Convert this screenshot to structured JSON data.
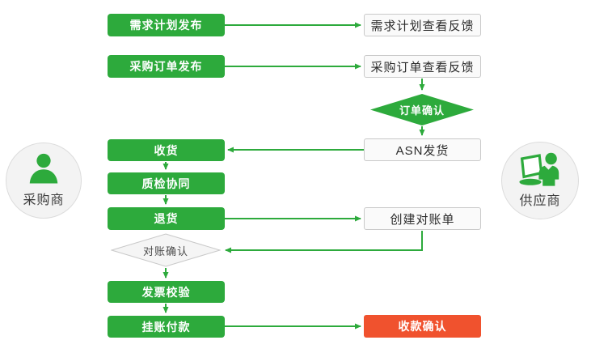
{
  "actors": {
    "buyer": {
      "label": "采购商"
    },
    "supplier": {
      "label": "供应商"
    }
  },
  "nodes": {
    "demand_plan_publish": {
      "label": "需求计划发布"
    },
    "demand_plan_feedback": {
      "label": "需求计划查看反馈"
    },
    "po_publish": {
      "label": "采购订单发布"
    },
    "po_feedback": {
      "label": "采购订单查看反馈"
    },
    "order_confirm": {
      "label": "订单确认"
    },
    "asn_ship": {
      "label": "ASN发货"
    },
    "receive_goods": {
      "label": "收货"
    },
    "quality_collab": {
      "label": "质检协同"
    },
    "return_goods": {
      "label": "退货"
    },
    "create_statement": {
      "label": "创建对账单"
    },
    "statement_confirm": {
      "label": "对账确认"
    },
    "invoice_check": {
      "label": "发票校验"
    },
    "payment_on_account": {
      "label": "挂账付款"
    },
    "receipt_confirm": {
      "label": "收款确认"
    }
  },
  "edges": [
    {
      "from": "demand_plan_publish",
      "to": "demand_plan_feedback"
    },
    {
      "from": "po_publish",
      "to": "po_feedback"
    },
    {
      "from": "po_feedback",
      "to": "order_confirm"
    },
    {
      "from": "order_confirm",
      "to": "asn_ship"
    },
    {
      "from": "asn_ship",
      "to": "receive_goods"
    },
    {
      "from": "receive_goods",
      "to": "quality_collab"
    },
    {
      "from": "quality_collab",
      "to": "return_goods"
    },
    {
      "from": "return_goods",
      "to": "create_statement"
    },
    {
      "from": "create_statement",
      "to": "statement_confirm"
    },
    {
      "from": "statement_confirm",
      "to": "invoice_check"
    },
    {
      "from": "invoice_check",
      "to": "payment_on_account"
    },
    {
      "from": "payment_on_account",
      "to": "receipt_confirm"
    }
  ],
  "colors": {
    "green": "#2daa3c",
    "red": "#f0522e",
    "white_box_bg": "#fafafa",
    "box_border": "#c9c9c9",
    "circle_bg": "#f3f3f3",
    "circle_border": "#dcdcdc",
    "text_dark": "#2b2b2b"
  }
}
